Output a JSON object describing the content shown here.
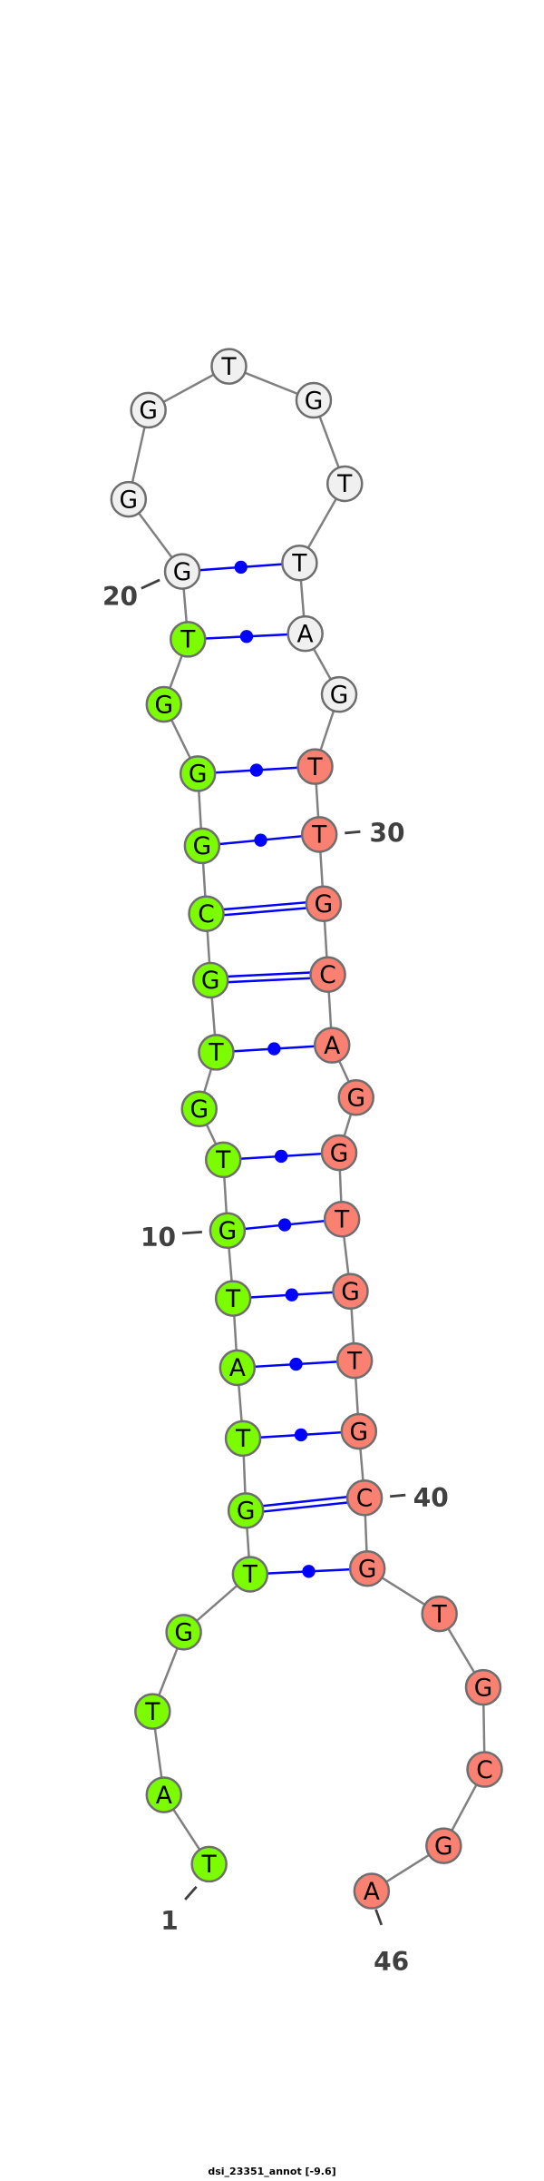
{
  "title": "dsi_23351_annot [-9.6]",
  "sequence": [
    "T",
    "A",
    "T",
    "G",
    "T",
    "G",
    "T",
    "A",
    "T",
    "G",
    "T",
    "G",
    "T",
    "G",
    "C",
    "G",
    "G",
    "G",
    "T",
    "G",
    "G",
    "G",
    "T",
    "G",
    "T",
    "T",
    "A",
    "G",
    "T",
    "T",
    "G",
    "C",
    "A",
    "G",
    "G",
    "T",
    "G",
    "T",
    "G",
    "C",
    "G",
    "T",
    "G",
    "C",
    "G",
    "A"
  ],
  "regions": [
    {
      "from": 1,
      "to": 19,
      "color": "#7CFC00"
    },
    {
      "from": 20,
      "to": 28,
      "color": "#F0F0F0"
    },
    {
      "from": 29,
      "to": 46,
      "color": "#FA8072"
    }
  ],
  "pairs": [
    {
      "i": 20,
      "j": 26,
      "type": "dot"
    },
    {
      "i": 19,
      "j": 27,
      "type": "dot"
    },
    {
      "i": 17,
      "j": 29,
      "type": "dot"
    },
    {
      "i": 16,
      "j": 30,
      "type": "dot"
    },
    {
      "i": 15,
      "j": 31,
      "type": "double"
    },
    {
      "i": 14,
      "j": 32,
      "type": "double"
    },
    {
      "i": 13,
      "j": 33,
      "type": "dot"
    },
    {
      "i": 11,
      "j": 35,
      "type": "dot"
    },
    {
      "i": 10,
      "j": 36,
      "type": "dot"
    },
    {
      "i": 9,
      "j": 37,
      "type": "dot"
    },
    {
      "i": 8,
      "j": 38,
      "type": "dot"
    },
    {
      "i": 7,
      "j": 39,
      "type": "dot"
    },
    {
      "i": 6,
      "j": 40,
      "type": "double"
    },
    {
      "i": 5,
      "j": 41,
      "type": "dot"
    }
  ],
  "position_labels": [
    "1",
    "10",
    "20",
    "30",
    "40",
    "46"
  ],
  "colors": {
    "backbone": "#808080",
    "pair": "#0000FF",
    "label": "#404040"
  }
}
